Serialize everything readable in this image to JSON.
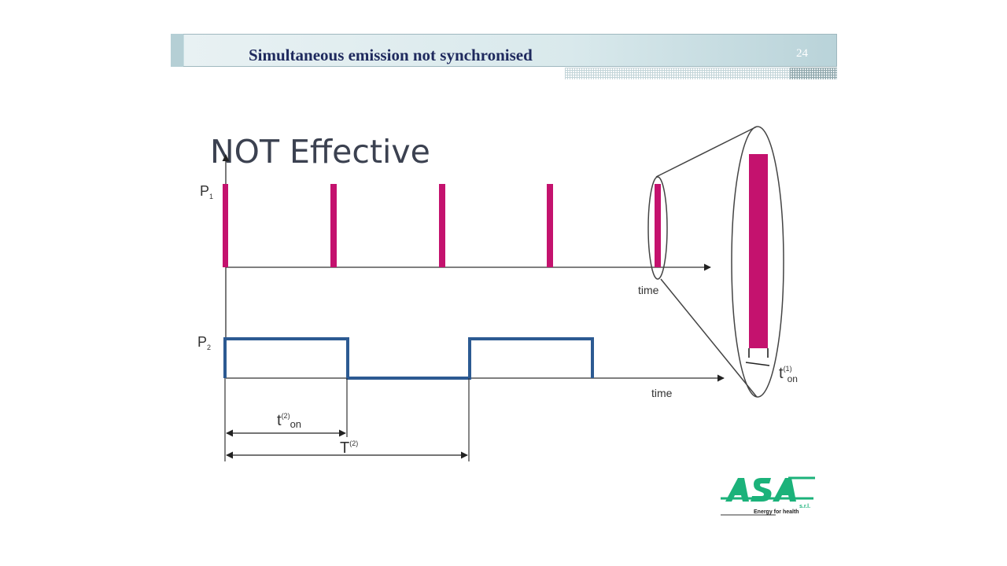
{
  "header": {
    "title": "Simultaneous emission not synchronised",
    "page_number": "24"
  },
  "subtitle": "NOT Effective",
  "diagram": {
    "p1_label": "P",
    "p1_sub": "1",
    "p2_label": "P",
    "p2_sub": "2",
    "time_label_top": "time",
    "time_label_bottom": "time",
    "ton2_t": "t",
    "ton2_sup": "(2)",
    "ton2_sub": "on",
    "period_T": "T",
    "period_sup": "(2)",
    "ton1_t": "t",
    "ton1_sup": "(1)",
    "ton1_sub": "on"
  },
  "colors": {
    "pulse": "#c4126e",
    "square_wave": "#2c5a92",
    "axis": "#333333",
    "logo": "#1bb27a"
  },
  "logo": {
    "brand": "ASA",
    "suffix": "s.r.l.",
    "tagline": "Energy for health",
    "icon": "asa-logo-icon"
  }
}
